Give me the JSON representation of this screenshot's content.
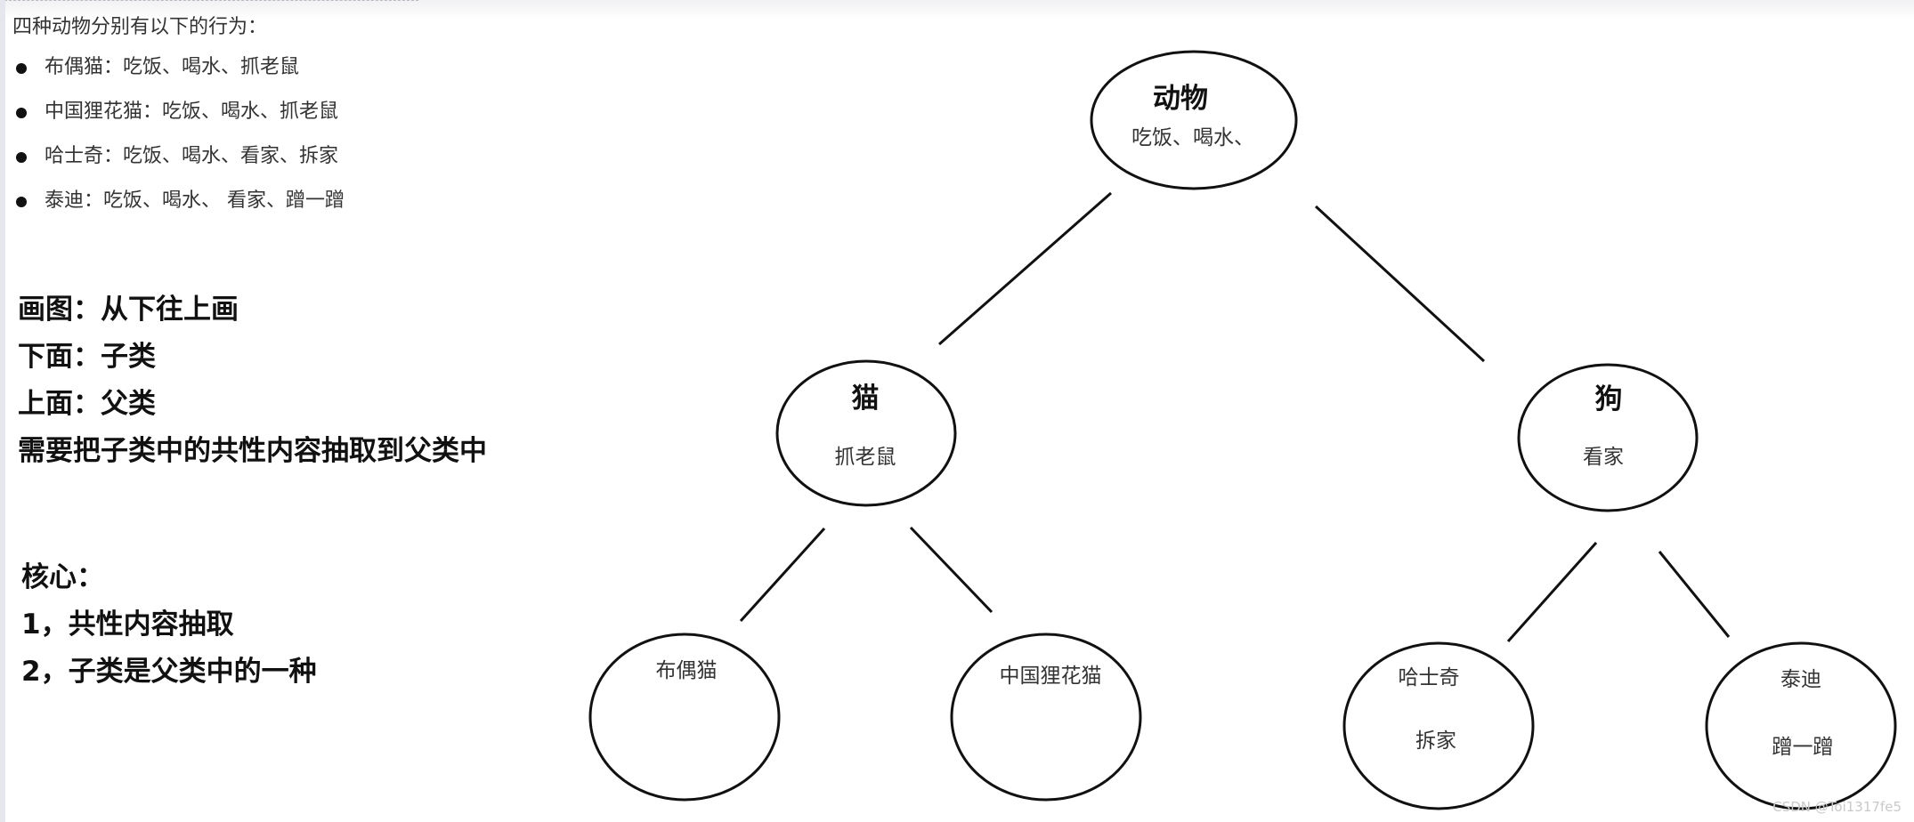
{
  "intro": "四种动物分别有以下的行为：",
  "behaviors": [
    "布偶猫：吃饭、喝水、抓老鼠",
    "中国狸花猫：吃饭、喝水、抓老鼠",
    "哈士奇：吃饭、喝水、看家、拆家",
    "泰迪：吃饭、喝水、 看家、蹭一蹭"
  ],
  "notes": [
    "画图：从下往上画",
    "下面：子类",
    "上面：父类",
    "需要把子类中的共性内容抽取到父类中"
  ],
  "core": {
    "title": "核心：",
    "points": [
      "1，共性内容抽取",
      "2，子类是父类中的一种"
    ]
  },
  "tree": {
    "root": {
      "title": "动物",
      "text": "吃饭、喝水、"
    },
    "cat": {
      "title": "猫",
      "text": "抓老鼠"
    },
    "dog": {
      "title": "狗",
      "text": "看家"
    },
    "ragdoll": {
      "title": "布偶猫"
    },
    "lihua": {
      "title": "中国狸花猫"
    },
    "husky": {
      "title": "哈士奇",
      "text": "拆家"
    },
    "teddy": {
      "title": "泰迪",
      "text": "蹭一蹭"
    }
  },
  "watermark": "CSDN @Toi1317fe5"
}
